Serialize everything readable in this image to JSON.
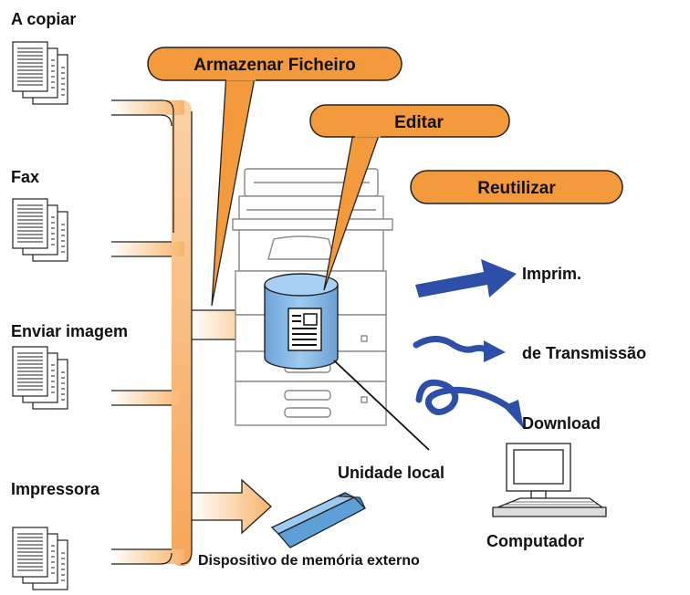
{
  "sources": [
    {
      "label": "A copiar"
    },
    {
      "label": "Fax"
    },
    {
      "label": "Enviar imagem"
    },
    {
      "label": "Impressora"
    }
  ],
  "callouts": {
    "store": "Armazenar Ficheiro",
    "edit": "Editar",
    "reuse": "Reutilizar"
  },
  "outputs": {
    "print": "Imprim.",
    "transmission": "de Transmissão",
    "download": "Download"
  },
  "device": {
    "local_drive": "Unidade local",
    "external_memory": "Dispositivo de memória externo",
    "computer": "Computador"
  },
  "colors": {
    "orange": "#f39a3c",
    "orange_dark": "#d9731c",
    "drive_blue": "#86b8e6",
    "arrow_blue": "#2e4fa8",
    "memory_blue": "#74b4e6"
  }
}
